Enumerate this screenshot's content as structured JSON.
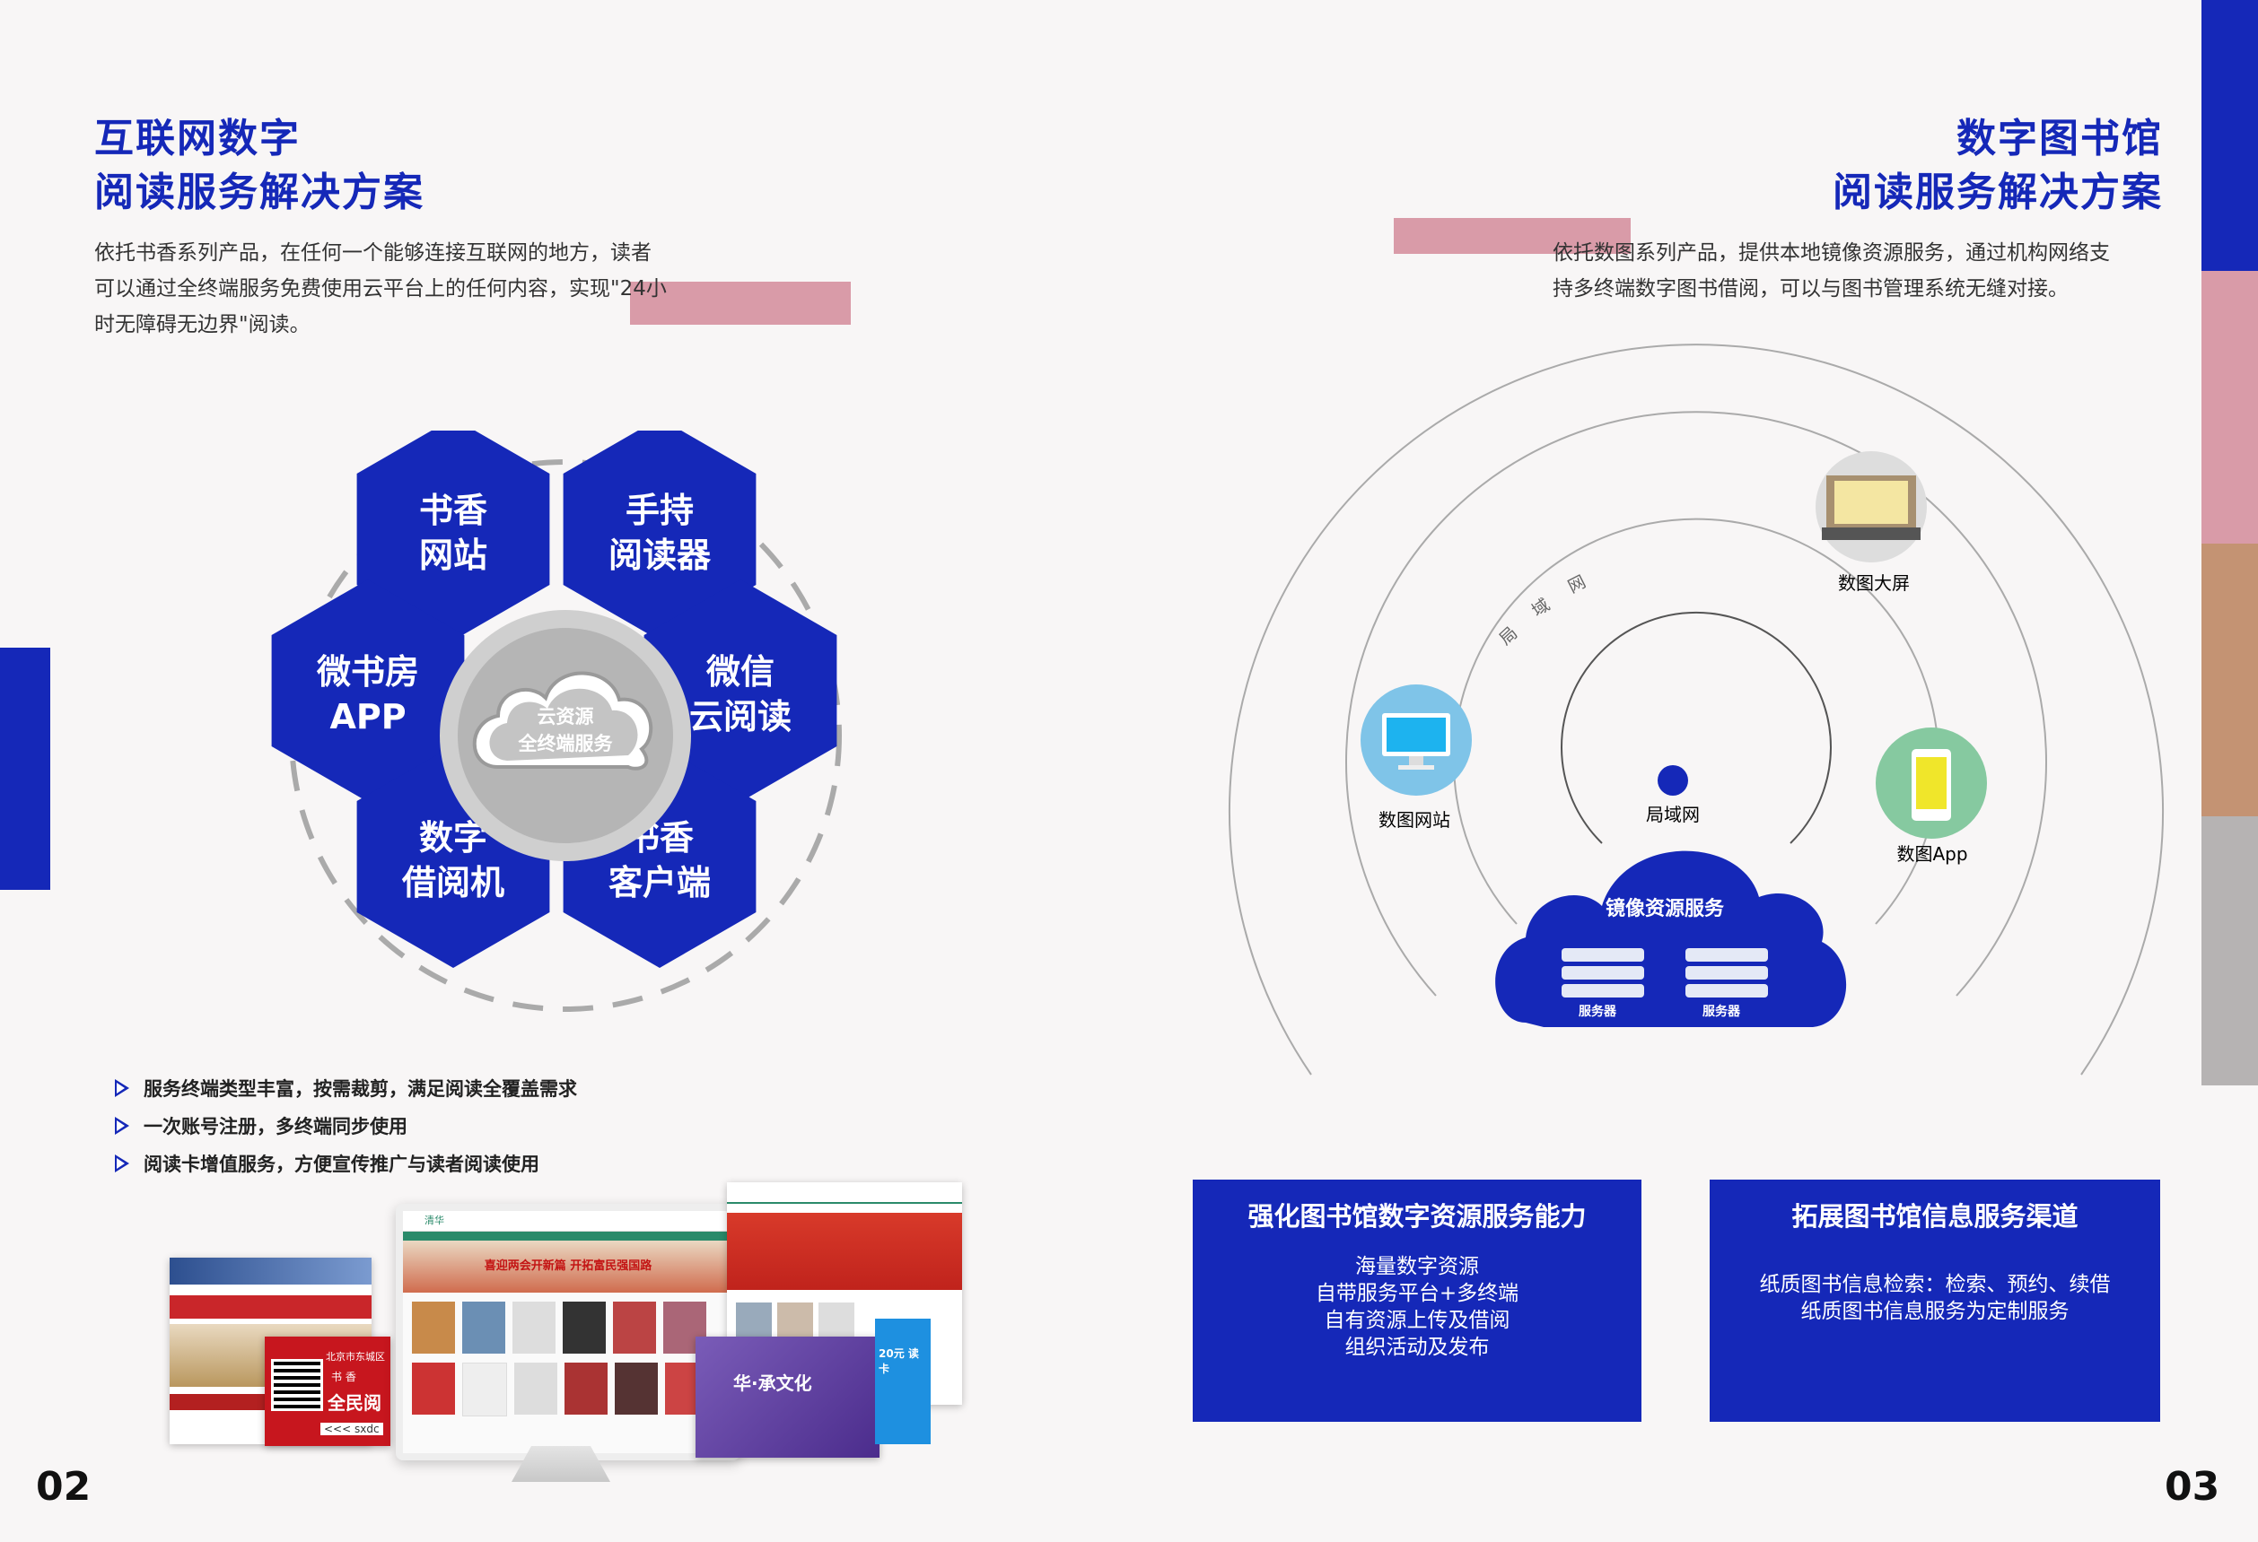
{
  "left": {
    "title_line1": "互联网数字",
    "title_line2": "阅读服务解决方案",
    "paragraph": [
      "依托书香系列产品，在任何一个能够连接互联网的地方，读者",
      "可以通过全终端服务免费使用云平台上的任何内容，实现\"24小",
      "时无障碍无边界\"阅读。"
    ],
    "hexagons": [
      {
        "line1": "书香",
        "line2": "网站"
      },
      {
        "line1": "手持",
        "line2": "阅读器"
      },
      {
        "line1": "微书房",
        "line2": "APP"
      },
      {
        "line1": "微信",
        "line2": "云阅读"
      },
      {
        "line1": "数字",
        "line2": "借阅机"
      },
      {
        "line1": "书香",
        "line2": "客户端"
      }
    ],
    "center_line1": "云资源",
    "center_line2": "全终端服务",
    "bullets": [
      "服务终端类型丰富，按需裁剪，满足阅读全覆盖需求",
      "一次账号注册，多终端同步使用",
      "阅读卡增值服务，方便宣传推广与读者阅读使用"
    ],
    "page_number": "02",
    "mockup": {
      "card_title": "全民阅",
      "card_line": "书   香",
      "card_org": "北京市东城区",
      "card_url": "<<< sxdc",
      "banner": "喜迎两会开新篇  开拓富民强国路",
      "brand": "清华",
      "card2_text": "华·承文化",
      "card3_text": "20元 读卡"
    }
  },
  "right": {
    "title_line1": "数字图书馆",
    "title_line2": "阅读服务解决方案",
    "paragraph": [
      "依托数图系列产品，提供本地镜像资源服务，通过机构网络支",
      "持多终端数字图书借阅，可以与图书管理系统无缝对接。"
    ],
    "lan_arc_label": "局域网",
    "lan_center_label": "局域网",
    "nodes": {
      "screen": "数图大屏",
      "website": "数图网站",
      "app": "数图App"
    },
    "cloud_label": "镜像资源服务",
    "server_label": "服务器",
    "box1": {
      "title": "强化图书馆数字资源服务能力",
      "lines": [
        "海量数字资源",
        "自带服务平台+多终端",
        "自有资源上传及借阅",
        "组织活动及发布"
      ]
    },
    "box2": {
      "title": "拓展图书馆信息服务渠道",
      "lines": [
        "纸质图书信息检索：检索、预约、续借",
        "纸质图书信息服务为定制服务"
      ]
    },
    "page_number": "03"
  },
  "colors": {
    "blue": "#1528b8",
    "pink": "#d99ba8",
    "tan": "#c49373",
    "grey": "#b6b3b3"
  }
}
